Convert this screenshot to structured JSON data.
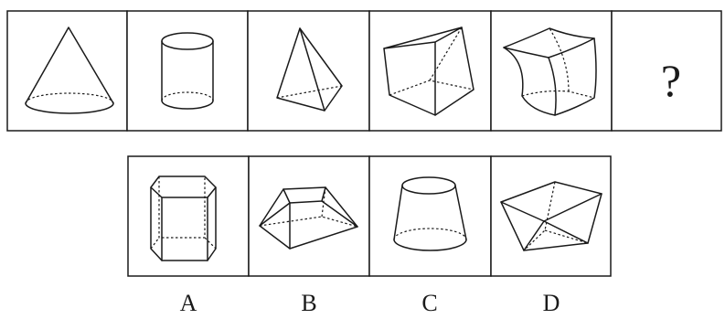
{
  "question": {
    "placeholder": "?"
  },
  "options": [
    {
      "label": "A"
    },
    {
      "label": "B"
    },
    {
      "label": "C"
    },
    {
      "label": "D"
    }
  ],
  "colors": {
    "line": "#1a1a1a",
    "background": "#ffffff"
  }
}
